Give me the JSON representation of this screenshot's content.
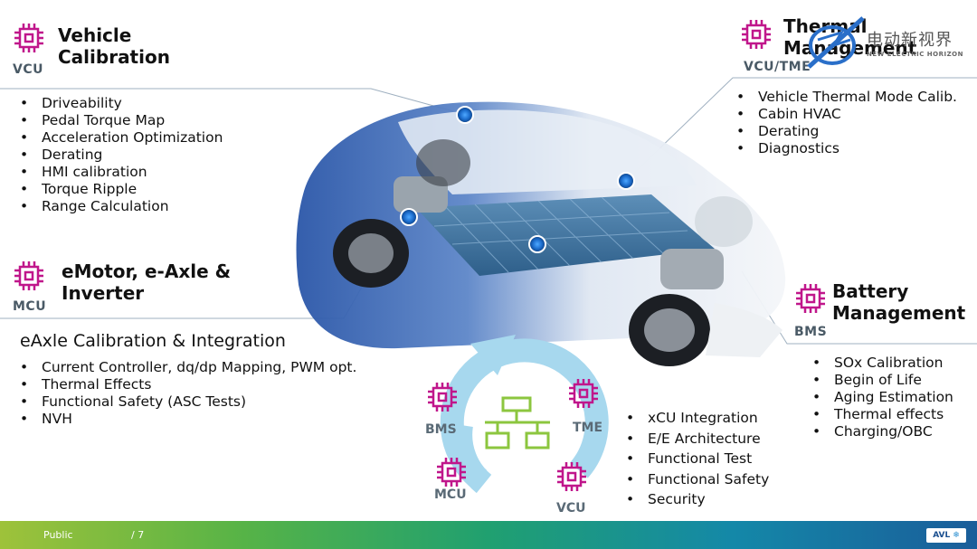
{
  "vehicle_calibration": {
    "title_line1": "Vehicle",
    "title_line2": "Calibration",
    "tag": "VCU",
    "items": [
      "Driveability",
      "Pedal Torque Map",
      "Acceleration Optimization",
      "Derating",
      "HMI calibration",
      "Torque Ripple",
      "Range Calculation"
    ]
  },
  "thermal_management": {
    "title_line1": "Thermal",
    "title_line2": "Management",
    "tag": "VCU/TME",
    "items": [
      "Vehicle Thermal Mode Calib.",
      "Cabin HVAC",
      "Derating",
      "Diagnostics"
    ]
  },
  "emotor": {
    "title_line1": "eMotor, e-Axle &",
    "title_line2": "Inverter",
    "tag": "MCU",
    "subtitle": "eAxle Calibration & Integration",
    "items": [
      "Current Controller, dq/dp Mapping, PWM opt.",
      "Thermal Effects",
      "Functional Safety (ASC Tests)",
      "NVH"
    ]
  },
  "battery_management": {
    "title_line1": "Battery",
    "title_line2": "Management",
    "tag": "BMS",
    "items": [
      "SOx Calibration",
      "Begin of Life",
      "Aging Estimation",
      "Thermal effects",
      "Charging/OBC"
    ]
  },
  "integration_cycle": {
    "labels": {
      "bms": "BMS",
      "tme": "TME",
      "mcu": "MCU",
      "vcu": "VCU"
    },
    "items": [
      "xCU Integration",
      "E/E Architecture",
      "Functional Test",
      "Functional Safety",
      "Security"
    ]
  },
  "watermark": {
    "chinese": "电动新视界",
    "english": "NEW ELECTRIC HORIZON"
  },
  "footer": {
    "classification": "Public",
    "page": "/ 7",
    "brand": "AVL"
  },
  "colors": {
    "chip": "#c0168b",
    "network": "#8cc63f",
    "cycle_arrow": "#a7d8ee",
    "car_body": "#2f5fb0",
    "callout_dot": "#1e6fcf"
  }
}
